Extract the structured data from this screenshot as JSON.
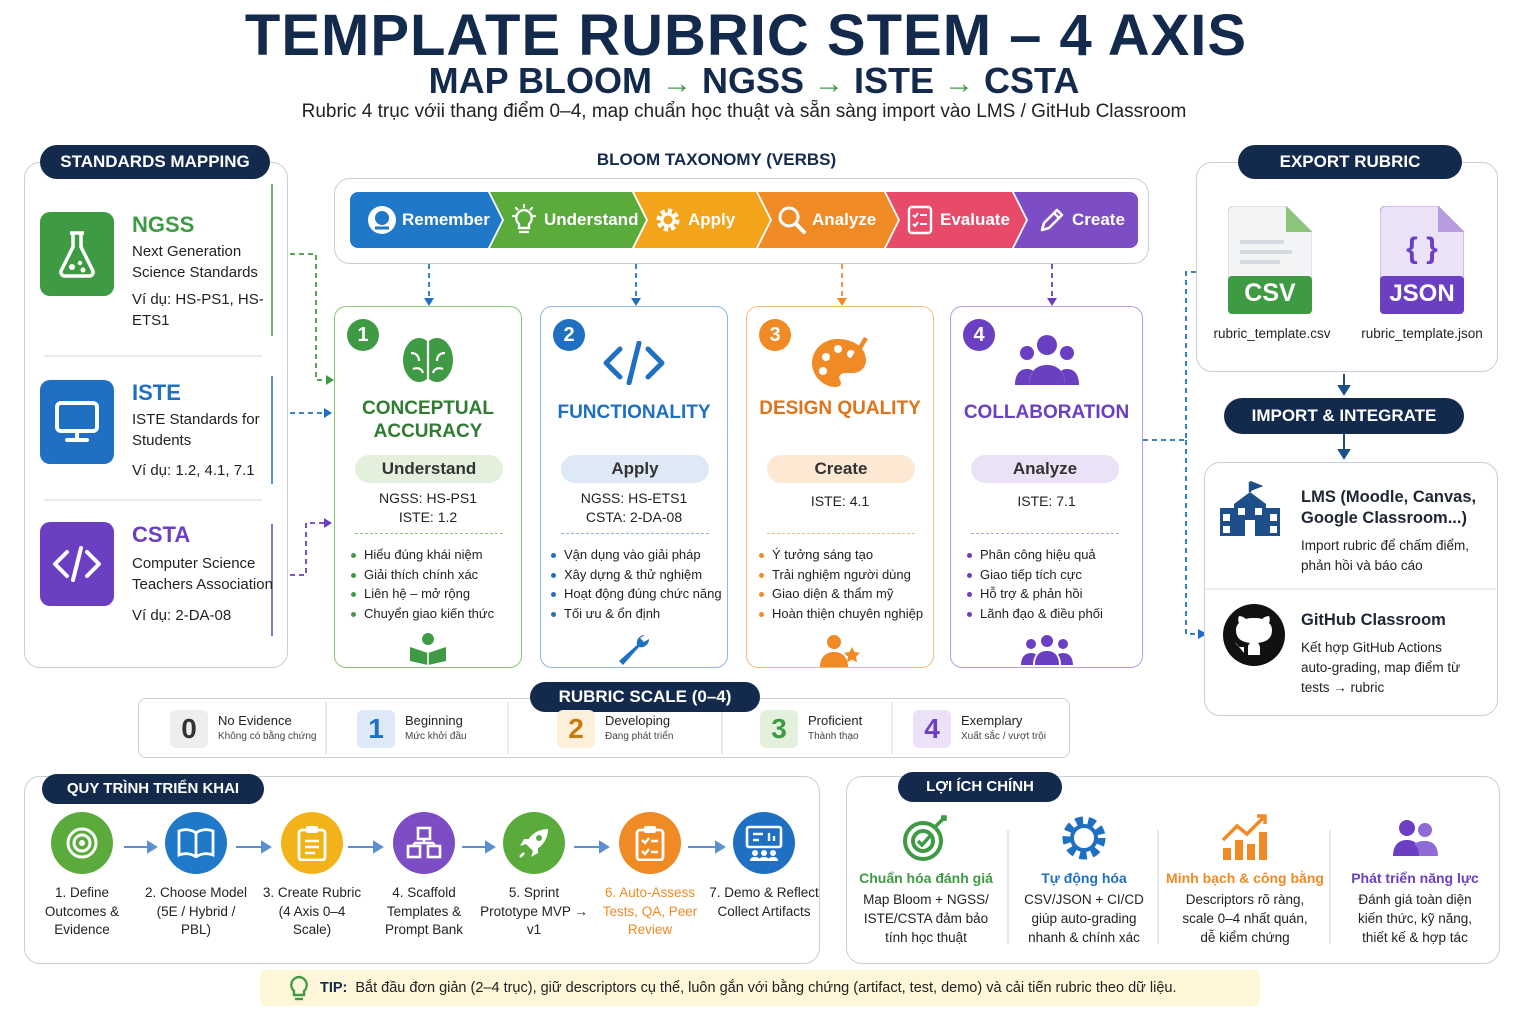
{
  "header": {
    "title": "TEMPLATE RUBRIC STEM – 4 AXIS",
    "subtitle": [
      "MAP BLOOM",
      "NGSS",
      "ISTE",
      "CSTA"
    ],
    "tagline": "Rubric 4 trục vớii thang điểm 0–4, map chuẩn học thuật và sẵn sàng import vào LMS / GitHub Classroom"
  },
  "standards": {
    "heading": "STANDARDS MAPPING",
    "items": [
      {
        "name": "NGSS",
        "desc": "Next Generation Science Standards",
        "example": "Ví dụ:  HS-PS1, HS-ETS1",
        "color": "#3f9a44",
        "icon": "flask-icon"
      },
      {
        "name": "ISTE",
        "desc": "ISTE Standards for Students",
        "example": "Ví dụ:  1.2, 4.1, 7.1",
        "color": "#1f6fc2",
        "icon": "monitor-icon"
      },
      {
        "name": "CSTA",
        "desc": "Computer Science Teachers Association",
        "example": "Ví dụ:  2-DA-08",
        "color": "#6b3fc2",
        "icon": "code-icon"
      }
    ]
  },
  "bloom": {
    "heading": "BLOOM TAXONOMY (VERBS)",
    "steps": [
      {
        "label": "Remember",
        "color": "#1f78c8",
        "icon": "head-icon"
      },
      {
        "label": "Understand",
        "color": "#5aaa3c",
        "icon": "lightbulb-icon"
      },
      {
        "label": "Apply",
        "color": "#f2a51a",
        "icon": "gear-icon"
      },
      {
        "label": "Analyze",
        "color": "#f08a24",
        "icon": "magnifier-icon"
      },
      {
        "label": "Evaluate",
        "color": "#e84a6a",
        "icon": "checklist-icon"
      },
      {
        "label": "Create",
        "color": "#7c4dc4",
        "icon": "pencil-icon"
      }
    ]
  },
  "axes": [
    {
      "num": "1",
      "name": "CONCEPTUAL ACCURACY",
      "verb": "Understand",
      "map": [
        "NGSS: HS-PS1",
        "ISTE:  1.2"
      ],
      "bullets": [
        "Hiểu đúng khái niệm",
        "Giải thích chính xác",
        "Liên hệ – mở rộng",
        "Chuyển giao kiến thức"
      ],
      "color": "#3f9a44",
      "tint": "#e3f1dc",
      "icon": "brain-icon",
      "foot_icon": "reader-icon"
    },
    {
      "num": "2",
      "name": "FUNCTIONALITY",
      "verb": "Apply",
      "map": [
        "NGSS: HS-ETS1",
        "CSTA: 2-DA-08"
      ],
      "bullets": [
        "Vận dụng vào giải pháp",
        "Xây dựng & thử nghiệm",
        "Hoạt động đúng chức năng",
        "Tối ưu & ổn định"
      ],
      "color": "#1f6fc2",
      "tint": "#dde9f7",
      "icon": "code-icon",
      "foot_icon": "wrench-icon"
    },
    {
      "num": "3",
      "name": "DESIGN QUALITY",
      "verb": "Create",
      "map": [
        "ISTE: 4.1"
      ],
      "bullets": [
        "Ý tưởng sáng tạo",
        "Trải nghiệm người dùng",
        "Giao diện & thẩm mỹ",
        "Hoàn thiện chuyên nghiệp"
      ],
      "color": "#f08a24",
      "tint": "#fde8d3",
      "icon": "palette-icon",
      "foot_icon": "person-star-icon"
    },
    {
      "num": "4",
      "name": "COLLABORATION",
      "verb": "Analyze",
      "map": [
        "ISTE: 7.1"
      ],
      "bullets": [
        "Phân công hiệu quả",
        "Giao tiếp tích cực",
        "Hỗ trợ & phản hồi",
        "Lãnh đạo & điều phối"
      ],
      "color": "#6b3fc2",
      "tint": "#ebe2f7",
      "icon": "group-icon",
      "foot_icon": "team-icon"
    }
  ],
  "scale": {
    "heading": "RUBRIC SCALE (0–4)",
    "levels": [
      {
        "n": "0",
        "en": "No Evidence",
        "vi": "Không có bằng chứng",
        "color": "#333333",
        "bg": "#eeeeee"
      },
      {
        "n": "1",
        "en": "Beginning",
        "vi": "Mức khởi đầu",
        "color": "#1f6fc2",
        "bg": "#dde9f7"
      },
      {
        "n": "2",
        "en": "Developing",
        "vi": "Đang phát triển",
        "color": "#c77a12",
        "bg": "#fdf0d8"
      },
      {
        "n": "3",
        "en": "Proficient",
        "vi": "Thành thạo",
        "color": "#3f9a44",
        "bg": "#e3f1dc"
      },
      {
        "n": "4",
        "en": "Exemplary",
        "vi": "Xuất sắc / vượt trội",
        "color": "#6b3fc2",
        "bg": "#ebe2f7"
      }
    ]
  },
  "export": {
    "heading": "EXPORT RUBRIC",
    "files": [
      {
        "type": "CSV",
        "name": "rubric_template.csv",
        "color": "#3f9a44"
      },
      {
        "type": "JSON",
        "name": "rubric_template.json",
        "color": "#6b3fc2",
        "glyph": "{ }"
      }
    ]
  },
  "integrate": {
    "heading": "IMPORT & INTEGRATE",
    "items": [
      {
        "title": "LMS (Moodle, Canvas, Google Classroom...)",
        "desc": "Import rubric để chấm điểm, phản hồi và báo cáo",
        "icon": "school-icon"
      },
      {
        "title": "GitHub Classroom",
        "desc": "Kết hợp GitHub Actions auto-grading, map điểm từ tests → rubric",
        "icon": "github-icon"
      }
    ]
  },
  "process": {
    "heading": "QUY TRÌNH TRIỂN KHAI",
    "steps": [
      {
        "label": "1. Define Outcomes & Evidence",
        "color": "#5aaa3c",
        "icon": "target-icon"
      },
      {
        "label": "2. Choose Model (5E / Hybrid / PBL)",
        "color": "#1f78c8",
        "icon": "book-icon"
      },
      {
        "label": "3. Create Rubric (4 Axis 0–4 Scale)",
        "color": "#f2b31a",
        "icon": "clipboard-icon"
      },
      {
        "label": "4. Scaffold Templates & Prompt Bank",
        "color": "#7c4dc4",
        "icon": "blocks-icon"
      },
      {
        "label": "5. Sprint Prototype MVP → v1",
        "color": "#5aaa3c",
        "icon": "rocket-icon"
      },
      {
        "label": "6. Auto-Assess Tests, QA, Peer Review",
        "color": "#f08a24",
        "icon": "checklist-icon"
      },
      {
        "label": "7. Demo & Reflect Collect Artifacts",
        "color": "#1f6fc2",
        "icon": "presentation-icon"
      }
    ]
  },
  "benefits": {
    "heading": "LỢI ÍCH CHÍNH",
    "items": [
      {
        "title": "Chuẩn hóa đánh giá",
        "desc": "Map Bloom + NGSS/ ISTE/CSTA đảm bảo tính học thuật",
        "color": "#3f9a44",
        "icon": "target-check-icon"
      },
      {
        "title": "Tự động hóa",
        "desc": "CSV/JSON + CI/CD giúp auto-grading nhanh & chính xác",
        "color": "#1f6fc2",
        "icon": "gear-icon"
      },
      {
        "title": "Minh bạch & công bằng",
        "desc": "Descriptors rõ ràng, scale 0–4 nhất quán, dễ kiểm chứng",
        "color": "#f08a24",
        "icon": "growth-chart-icon"
      },
      {
        "title": "Phát triển năng lực",
        "desc": "Đánh giá toàn diện kiến thức, kỹ năng, thiết kế & hợp tác",
        "color": "#6b3fc2",
        "icon": "people-icon"
      }
    ]
  },
  "tip": {
    "label": "TIP:",
    "text": "Bắt đầu đơn giản (2–4 trục), giữ descriptors cụ thể, luôn gắn với bằng chứng (artifact, test, demo) và cải tiến rubric theo dữ liệu."
  }
}
